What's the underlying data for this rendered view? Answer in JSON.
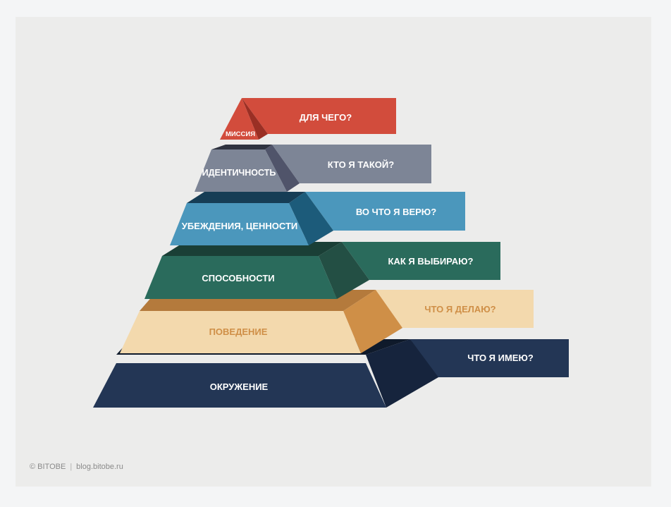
{
  "levels": [
    {
      "name": "МИССИЯ",
      "question": "ДЛЯ ЧЕГО?"
    },
    {
      "name": "ИДЕНТИЧНОСТЬ",
      "question": "КТО Я ТАКОЙ?"
    },
    {
      "name": "УБЕЖДЕНИЯ, ЦЕННОСТИ",
      "question": "ВО ЧТО Я ВЕРЮ?"
    },
    {
      "name": "СПОСОБНОСТИ",
      "question": "КАК Я ВЫБИРАЮ?"
    },
    {
      "name": "ПОВЕДЕНИЕ",
      "question": "ЧТО Я ДЕЛАЮ?"
    },
    {
      "name": "ОКРУЖЕНИЕ",
      "question": "ЧТО Я ИМЕЮ?"
    }
  ],
  "colors": {
    "mission": "#d24c3c",
    "identity": "#7d8596",
    "beliefs": "#4b97bc",
    "abilities": "#2a6b5c",
    "behavior": "#f3d9ad",
    "behavior_text": "#cf8f47",
    "environment": "#233655"
  },
  "footer": {
    "copyright": "© BITOBE",
    "site": "blog.bitobe.ru"
  }
}
